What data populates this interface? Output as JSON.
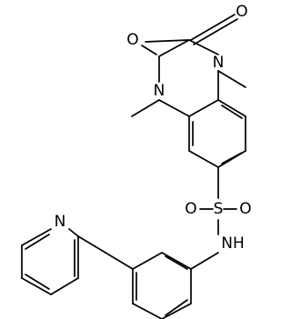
{
  "molecule": {
    "atoms": {
      "o_top": "O",
      "o_left": "O",
      "n_methyl_right": "N",
      "n_methyl_left": "N",
      "s_sulfonyl": "S",
      "o_sulfonyl_left": "O",
      "o_sulfonyl_right": "O",
      "n_amide": "NH",
      "n_pyridine": "N"
    }
  }
}
